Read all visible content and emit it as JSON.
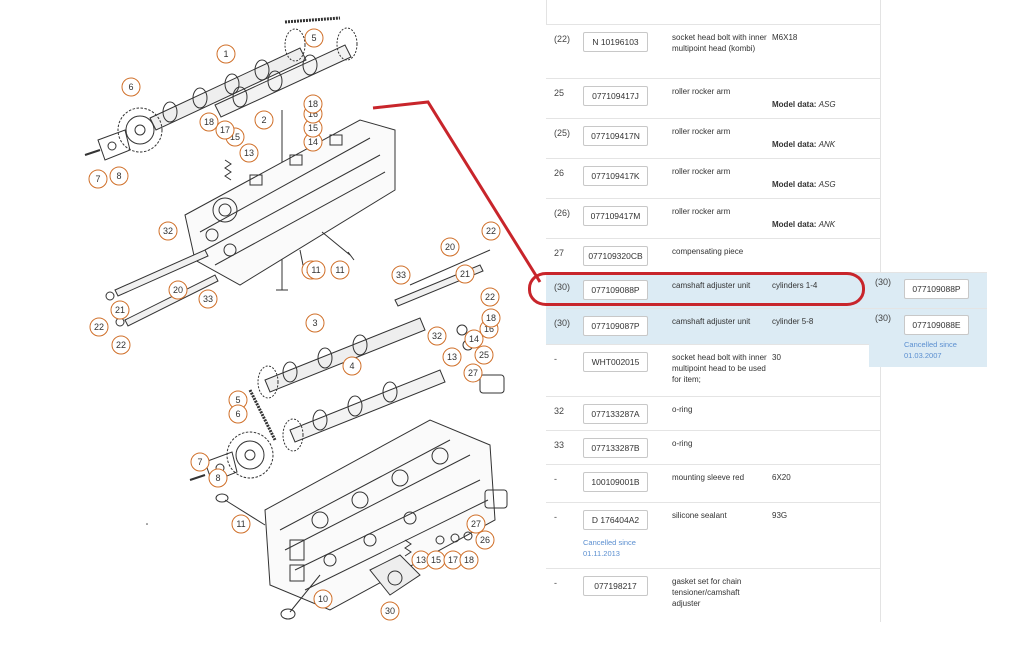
{
  "diagram": {
    "callouts": [
      "1",
      "2",
      "3",
      "4",
      "5",
      "5",
      "6",
      "6",
      "7",
      "7",
      "8",
      "8",
      "10",
      "10",
      "11",
      "11",
      "11",
      "13",
      "13",
      "13",
      "14",
      "14",
      "15",
      "15",
      "15",
      "16",
      "16",
      "17",
      "17",
      "18",
      "18",
      "18",
      "18",
      "20",
      "20",
      "21",
      "21",
      "22",
      "22",
      "22",
      "22",
      "25",
      "26",
      "27",
      "27",
      "30",
      "32",
      "32",
      "33",
      "33"
    ]
  },
  "parts": {
    "rows": [
      {
        "number": "(22)",
        "code": "N 10196103",
        "description": "socket head bolt with inner multipoint head (kombi)",
        "extra": "M6X18"
      },
      {
        "number": "25",
        "code": "077109417J",
        "description": "roller rocker arm",
        "model_label": "Model data:",
        "model_value": "ASG"
      },
      {
        "number": "(25)",
        "code": "077109417N",
        "description": "roller rocker arm",
        "model_label": "Model data:",
        "model_value": "ANK"
      },
      {
        "number": "26",
        "code": "077109417K",
        "description": "roller rocker arm",
        "model_label": "Model data:",
        "model_value": "ASG"
      },
      {
        "number": "(26)",
        "code": "077109417M",
        "description": "roller rocker arm",
        "model_label": "Model data:",
        "model_value": "ANK"
      },
      {
        "number": "27",
        "code": "077109320CB",
        "description": "compensating piece"
      },
      {
        "number": "(30)",
        "code": "077109088P",
        "description": "camshaft adjuster unit",
        "extra": "cylinders 1-4"
      },
      {
        "number": "(30)",
        "code": "077109087P",
        "description": "camshaft adjuster unit",
        "extra": "cylinder 5-8"
      },
      {
        "number": "-",
        "code": "WHT002015",
        "description": "socket head bolt with inner multipoint head to be used for item;",
        "extra": "30"
      },
      {
        "number": "32",
        "code": "077133287A",
        "description": "o-ring"
      },
      {
        "number": "33",
        "code": "077133287B",
        "description": "o-ring"
      },
      {
        "number": "-",
        "code": "100109001B",
        "description": "mounting sleeve red",
        "extra": "6X20"
      },
      {
        "number": "-",
        "code": "D 176404A2",
        "description": "silicone sealant",
        "extra": "93G",
        "cancelled": "Cancelled since 01.11.2013"
      },
      {
        "number": "-",
        "code": "077198217",
        "description": "gasket set for chain tensioner/camshaft adjuster"
      }
    ],
    "alternates": [
      {
        "number": "(30)",
        "code": "077109088P"
      },
      {
        "number": "(30)",
        "code": "077109088E",
        "cancelled": "Cancelled since 01.03.2007"
      }
    ]
  },
  "colors": {
    "highlight": "#c8252b",
    "row_blue": "#dcebf4",
    "cancelled_text": "#5b8fd0"
  }
}
